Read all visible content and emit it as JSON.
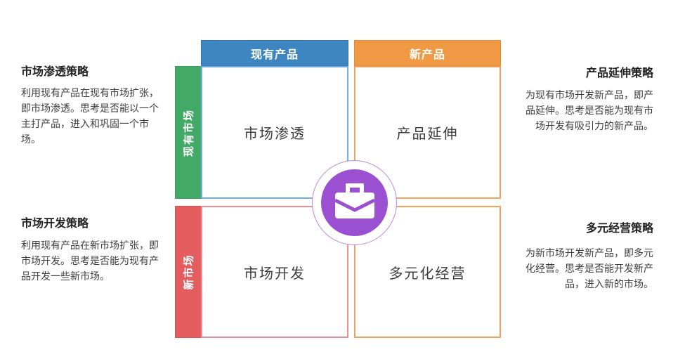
{
  "diagram": {
    "type": "ansoff-growth-matrix",
    "columns": [
      {
        "label": "现有产品",
        "color": "#3E86C1"
      },
      {
        "label": "新产品",
        "color": "#F09A46"
      }
    ],
    "rows": [
      {
        "label": "现有市场",
        "color": "#43A967"
      },
      {
        "label": "新市场",
        "color": "#E35D5F"
      }
    ],
    "quadrants": [
      {
        "label": "市场渗透",
        "border_color": "#6FABE4"
      },
      {
        "label": "产品延伸",
        "border_color": "#F2A45F"
      },
      {
        "label": "市场开发",
        "border_color": "#EE8E90"
      },
      {
        "label": "多元化经营",
        "border_color": "#F2A45F"
      }
    ],
    "center": {
      "icon": "briefcase-icon",
      "disc_color": "#9B50D2",
      "ring_color": "#BC86E3"
    }
  },
  "notes": {
    "top_left": {
      "title": "市场渗透策略",
      "body": "利用现有产品在现有市场扩张，即市场渗透。思考是否能以一个主打产品，进入和巩固一个市场。"
    },
    "bottom_left": {
      "title": "市场开发策略",
      "body": "利用现有产品在新市场扩张，即市场开发。思考是否能为现有产品开发一些新市场。"
    },
    "top_right": {
      "title": "产品延伸策略",
      "body": "为现有市场开发新产品，即产品延伸。思考是否能为现有市场开发有吸引力的新产品。"
    },
    "bottom_right": {
      "title": "多元经营策略",
      "body": "为新市场开发新产品，即多元化经营。思考是否能开发新产品，进入新的市场。"
    }
  }
}
